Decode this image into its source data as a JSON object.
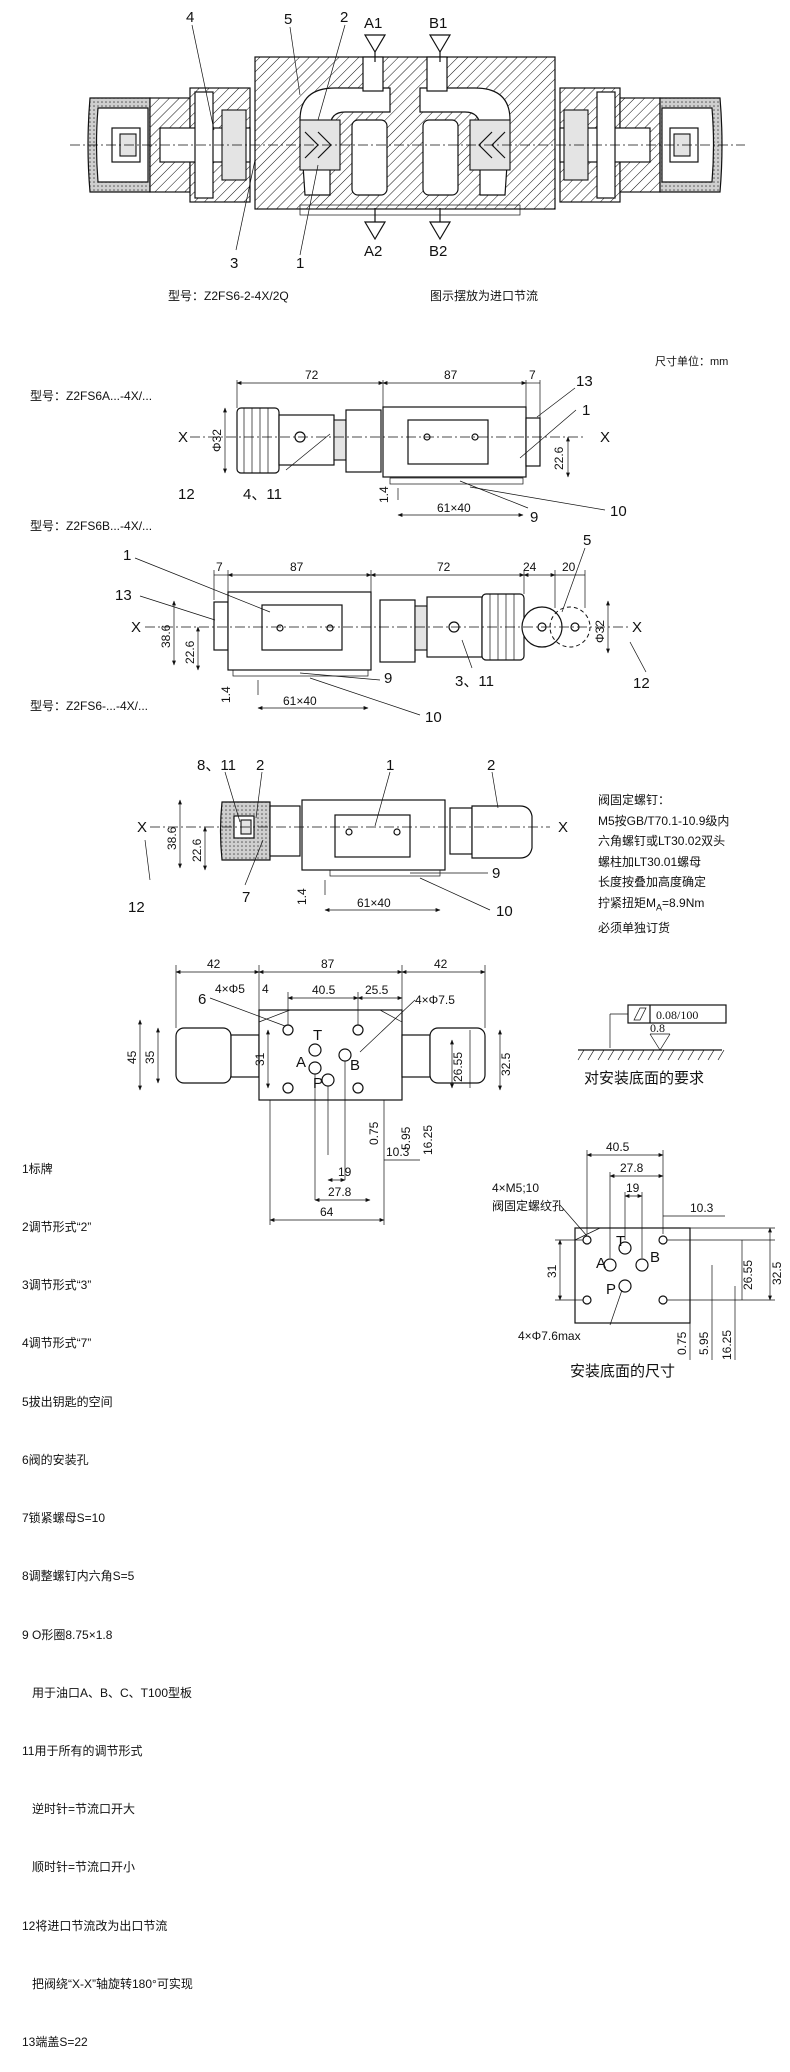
{
  "top_section": {
    "callouts": [
      "4",
      "5",
      "2",
      "3",
      "1"
    ],
    "ports": [
      "A1",
      "B1",
      "A2",
      "B2"
    ],
    "model_label": "型号：Z2FS6-2-4X/2Q",
    "flow_note": "图示摆放为进口节流"
  },
  "unit_note": "尺寸单位：mm",
  "variant_a": {
    "model_label": "型号：Z2FS6A...-4X/...",
    "dims": [
      "72",
      "87",
      "7",
      "Φ32",
      "22.6",
      "1.4",
      "61×40"
    ],
    "axis": [
      "X",
      "X"
    ],
    "callouts": [
      "13",
      "1",
      "12",
      "4、11",
      "9",
      "10"
    ]
  },
  "variant_b": {
    "model_label": "型号：Z2FS6B...-4X/...",
    "dims": [
      "7",
      "87",
      "72",
      "24",
      "20",
      "38.6",
      "22.6",
      "Φ32",
      "1.4",
      "61×40"
    ],
    "axis": [
      "X",
      "X"
    ],
    "callouts": [
      "1",
      "13",
      "5",
      "3、11",
      "12",
      "9",
      "10"
    ]
  },
  "variant_c": {
    "model_label": "型号：Z2FS6-...-4X/...",
    "dims": [
      "38.6",
      "22.6",
      "1.4",
      "61×40"
    ],
    "axis": [
      "X",
      "X"
    ],
    "callouts": [
      "8、11",
      "2",
      "1",
      "2",
      "12",
      "7",
      "9",
      "10"
    ]
  },
  "bolt_note": {
    "lines": [
      "阀固定螺钉：",
      "M5按GB/T70.1-10.9级内",
      "六角螺钉或LT30.02双头",
      "螺柱加LT30.01螺母",
      "长度按叠加高度确定"
    ],
    "torque_prefix": "拧紧扭矩M",
    "torque_sub": "A",
    "torque_suffix": "=8.9Nm",
    "last_line": "必须单独订货"
  },
  "plan_view": {
    "dims": [
      "42",
      "87",
      "42",
      "4×Φ5",
      "4",
      "40.5",
      "25.5",
      "4×Φ7.5",
      "45",
      "35",
      "31",
      "26.55",
      "32.5",
      "0.75",
      "5.95",
      "16.25",
      "10.3",
      "19",
      "27.8",
      "64"
    ],
    "ports": [
      "T",
      "A",
      "B",
      "P"
    ],
    "callout": "6"
  },
  "surface_req": {
    "flatness": "0.08/100",
    "roughness": "0.8",
    "caption": "对安装底面的要求"
  },
  "mount_face": {
    "dims": [
      "40.5",
      "27.8",
      "19",
      "10.3",
      "4×M5;10",
      "31",
      "26.55",
      "32.5",
      "4×Φ7.6max",
      "0.75",
      "5.95",
      "16.25"
    ],
    "bolt_label": "阀固定螺纹孔",
    "ports": [
      "T",
      "A",
      "B",
      "P"
    ],
    "caption": "安装底面的尺寸"
  },
  "legend": [
    "1标牌",
    "2调节形式“2”",
    "3调节形式“3”",
    "4调节形式“7”",
    "5拔出钥匙的空间",
    "6阀的安装孔",
    "7锁紧螺母S=10",
    "8调整螺钉内六角S=5",
    "9 O形圈8.75×1.8",
    "   用于油口A、B、C、T100型板",
    "11用于所有的调节形式",
    "   逆时针=节流口开大",
    "   顺时针=节流口开小",
    "12将进口节流改为出口节流",
    "   把阀绕“X-X”轴旋转180°可实现",
    "13端盖S=22"
  ]
}
